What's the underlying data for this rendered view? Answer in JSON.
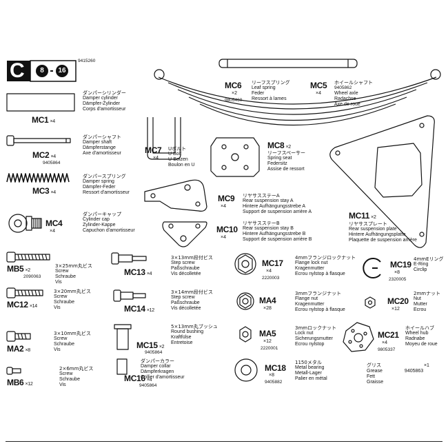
{
  "header": {
    "bag_letter": "C",
    "badge_left": "8",
    "badge_right": "16",
    "bag_number": "9415260"
  },
  "parts": {
    "mc1": {
      "code": "MC1",
      "qty": "×4",
      "desc": [
        "ダンパーシリンダー",
        "Damper cylinder",
        "Dämpfer-Zylinder",
        "Corps d'amortisseur"
      ]
    },
    "mc2": {
      "code": "MC2",
      "qty": "×4",
      "num": "9405864",
      "desc": [
        "ダンパーシャフト",
        "Damper shaft",
        "Dämpferstange",
        "Axe d'amortisseur"
      ]
    },
    "mc3": {
      "code": "MC3",
      "qty": "×4",
      "desc": [
        "ダンパースプリング",
        "Damper spring",
        "Dämpfer-Feder",
        "Ressort d'amortisseur"
      ]
    },
    "mc4": {
      "code": "MC4",
      "qty": "×4",
      "desc": [
        "ダンパーキャップ",
        "Cylinder cap",
        "Zylinder-Kappe",
        "Capuchon d'amortisseur"
      ]
    },
    "mc5": {
      "code": "MC5",
      "qty": "×4",
      "num": "9405862",
      "desc": [
        "ホイールシャフト",
        "Wheel axle",
        "Radachse",
        "Axe de roue"
      ]
    },
    "mc6": {
      "code": "MC6",
      "qty": "×2",
      "num": "9805460",
      "desc": [
        "リーフスプリング",
        "Leaf spring",
        "Feder",
        "Ressort à lames"
      ]
    },
    "mc7": {
      "code": "MC7",
      "qty": "×4",
      "desc": [
        "Uボルト",
        "U Bolt",
        "U-Bolzen",
        "Boulon en U"
      ]
    },
    "mc8": {
      "code": "MC8",
      "qty": "×2",
      "desc": [
        "リーフスペーサー",
        "Spring seat",
        "Federsitz",
        "Assise de ressort"
      ]
    },
    "mc9": {
      "code": "MC9",
      "qty": "×4",
      "desc": [
        "リヤサスステーA",
        "Rear suspension stay A",
        "Hintere Aufhängungsstrebe A",
        "Support de suspension arrière A"
      ]
    },
    "mc10": {
      "code": "MC10",
      "qty": "×4",
      "desc": [
        "リヤサスステーB",
        "Rear suspension stay B",
        "Hintere Aufhängungsstrebe B",
        "Support de suspension arrière B"
      ]
    },
    "mc11": {
      "code": "MC11",
      "qty": "×2",
      "desc": [
        "リヤサスプレート",
        "Rear suspension plate",
        "Hintere Aufhängungsplatte",
        "Plaquette de suspension arrière"
      ]
    },
    "mb5": {
      "code": "MB5",
      "qty": "×2",
      "num": "2090063",
      "desc": [
        "3×25mm丸ビス",
        "Screw",
        "Schraube",
        "Vis"
      ]
    },
    "mc12": {
      "code": "MC12",
      "qty": "×14",
      "desc": [
        "3×20mm丸ビス",
        "Screw",
        "Schraube",
        "Vis"
      ]
    },
    "ma2": {
      "code": "MA2",
      "qty": "×8",
      "desc": [
        "3×10mm丸ビス",
        "Screw",
        "Schraube",
        "Vis"
      ]
    },
    "mb6": {
      "code": "MB6",
      "qty": "×12",
      "desc": [
        "2×6mm丸ビス",
        "Screw",
        "Schraube",
        "Vis"
      ]
    },
    "mc13": {
      "code": "MC13",
      "qty": "×4",
      "desc": [
        "3×13mm段付ビス",
        "Step screw",
        "Paßschraube",
        "Vis décolletée"
      ]
    },
    "mc14": {
      "code": "MC14",
      "qty": "×12",
      "desc": [
        "3×14mm段付ビス",
        "Step screw",
        "Paßschraube",
        "Vis décolletée"
      ]
    },
    "mc15": {
      "code": "MC15",
      "qty": "×2",
      "num": "9405864",
      "desc": [
        "5×13mm丸ブッシュ",
        "Round bushing",
        "Kraftfülse",
        "Entretoise"
      ]
    },
    "mc16": {
      "code": "MC16",
      "qty": "×4",
      "num": "9405864",
      "desc": [
        "ダンパーカラー",
        "Damper collar",
        "Dämpferkragen",
        "Collier d'amortisseur"
      ]
    },
    "mc17": {
      "code": "MC17",
      "qty": "×4",
      "num": "2220003",
      "desc": [
        "4mmフランジロックナット",
        "Flange lock nut",
        "Kragenmutter",
        "Ecrou nylstop à flasque"
      ]
    },
    "ma4": {
      "code": "MA4",
      "qty": "×28",
      "desc": [
        "3mmフランジナット",
        "Flange nut",
        "Kragenmutter",
        "Ecrou nylstop à flasque"
      ]
    },
    "ma5": {
      "code": "MA5",
      "qty": "×12",
      "num": "2220001",
      "desc": [
        "3mmロックナット",
        "Lock nut",
        "Sicherungsmutter",
        "Ecrou nylstop"
      ]
    },
    "mc18": {
      "code": "MC18",
      "qty": "×8",
      "num": "9405882",
      "desc": [
        "1150メタル",
        "Metal bearing",
        "Metall-Lager",
        "Palier en métal"
      ]
    },
    "mc19": {
      "code": "MC19",
      "qty": "×8",
      "num": "2320005",
      "desc": [
        "4mmEリング",
        "E-Ring",
        "Circlip"
      ]
    },
    "mc20": {
      "code": "MC20",
      "qty": "×12",
      "desc": [
        "2mmナット",
        "Nut",
        "Mutter",
        "Ecrou"
      ]
    },
    "mc21": {
      "code": "MC21",
      "qty": "×4",
      "num": "9805337",
      "desc": [
        "ホイールハブ",
        "Wheel hub",
        "Radnabe",
        "Moyeu de roue"
      ]
    },
    "grease": {
      "code": "グリス",
      "qty": "×1",
      "num": "9405863",
      "desc": [
        "Grease",
        "Fett",
        "Graisse"
      ]
    }
  }
}
